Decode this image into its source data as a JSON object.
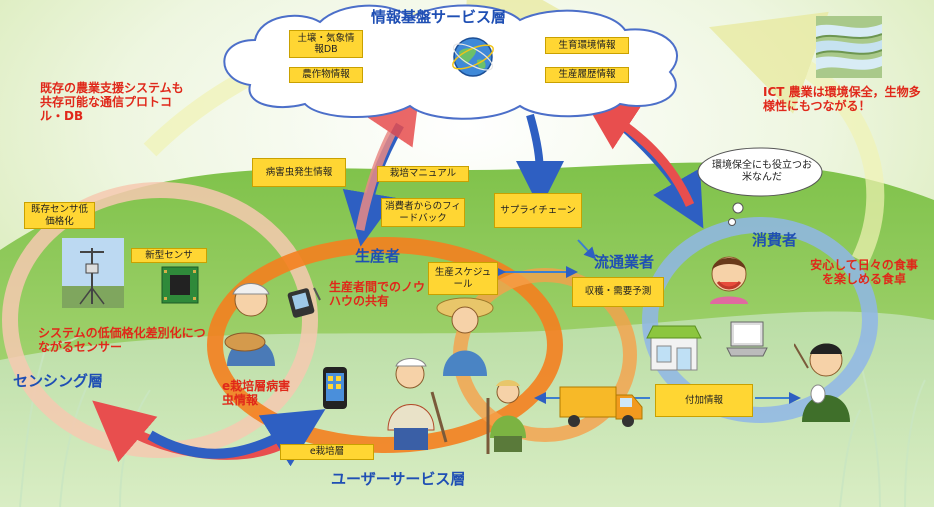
{
  "layers": {
    "info": "情報基盤サービス層",
    "sensing": "センシング層",
    "user": "ユーザーサービス層"
  },
  "actors": {
    "producer": "生産者",
    "distributor": "流通業者",
    "consumer": "消費者"
  },
  "cloud_boxes": [
    "土壌・気象情報DB",
    "農作物情報",
    "生育環境情報",
    "生産履歴情報"
  ],
  "boxes": {
    "pest": "病害虫発生情報",
    "manual": "栽培マニュアル",
    "feedback": "消費者からのフィードバック",
    "supply": "サプライチェーン",
    "schedule": "生産スケジュール",
    "forecast": "収穫・需要予測",
    "addinfo": "付加情報",
    "sensor_cheap": "既存センサ低価格化",
    "new_sensor": "新型センサ",
    "ecultivation": "e栽培層"
  },
  "red_notes": {
    "protocol": "既存の農業支援システムも共存可能な通信プロトコル・DB",
    "ict": "ICT 農業は環境保全，生物多様性にもつながる！",
    "knowhow": "生産者間でのノウハウの共有",
    "table": "安心して日々の食事を楽しめる食卓",
    "sensor_note": "システムの低価格化差別化につながるセンサー",
    "ecult_note": "e栽培層病害虫情報"
  },
  "bubble": "環境保全にも役立つお米なんだ",
  "colors": {
    "layer_text": "#1f4fb4",
    "note_text": "#e0281a",
    "box_fill": "#ffd633",
    "ring_orange": "#f47f1f",
    "ring_blue": "#3c67c9",
    "ring_red": "#e84e4e"
  },
  "icons": [
    "globe-icon",
    "sensor-icon",
    "chip-icon",
    "pda-icon",
    "phone-icon",
    "laptop-icon",
    "truck-icon",
    "shop-icon",
    "terrace-icon"
  ]
}
